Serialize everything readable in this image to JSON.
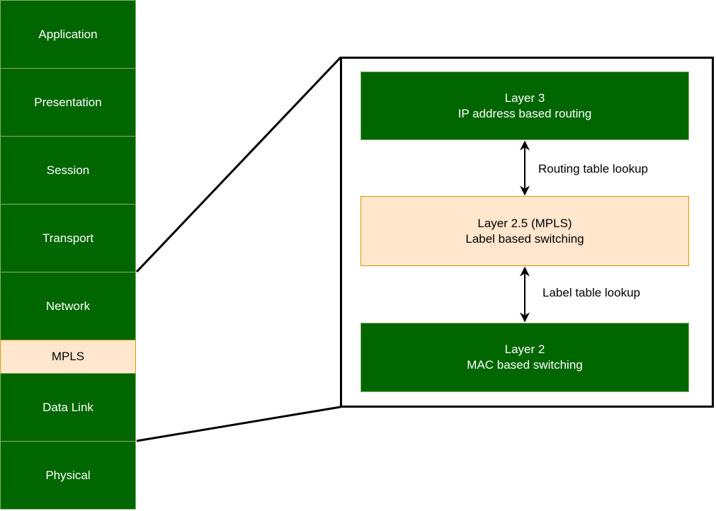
{
  "osi_stack": {
    "layers": [
      {
        "label": "Application"
      },
      {
        "label": "Presentation"
      },
      {
        "label": "Session"
      },
      {
        "label": "Transport"
      },
      {
        "label": "Network"
      },
      {
        "label": "MPLS"
      },
      {
        "label": "Data Link"
      },
      {
        "label": "Physical"
      }
    ]
  },
  "detail": {
    "layer3": {
      "line1": "Layer 3",
      "line2": "IP address based routing"
    },
    "layer25": {
      "line1": "Layer 2.5 (MPLS)",
      "line2": "Label based switching"
    },
    "layer2": {
      "line1": "Layer 2",
      "line2": "MAC based switching"
    },
    "upper_arrow_label": "Routing table lookup",
    "lower_arrow_label": "Label table lookup"
  },
  "colors": {
    "green_fill": "#006600",
    "green_border": "#82b366",
    "mpls_fill": "#ffe6cc",
    "mpls_border": "#d79b00"
  }
}
